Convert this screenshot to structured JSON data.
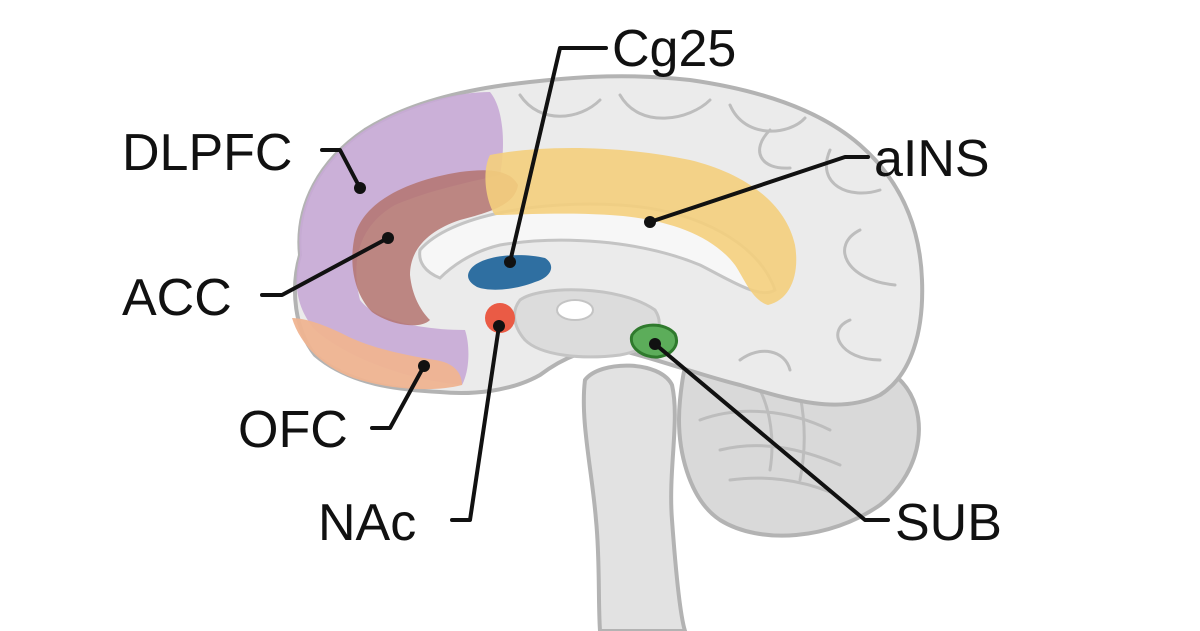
{
  "regions": [
    {
      "id": "dlpfc",
      "label": "DLPFC",
      "color": "#c8aad6"
    },
    {
      "id": "acc",
      "label": "ACC",
      "color": "#b47470"
    },
    {
      "id": "ofc",
      "label": "OFC",
      "color": "#efb491"
    },
    {
      "id": "nac",
      "label": "NAc",
      "color": "#ea5b45"
    },
    {
      "id": "cg25",
      "label": "Cg25",
      "color": "#2f6fa1"
    },
    {
      "id": "ains",
      "label": "aINS",
      "color": "#f4cf7d"
    },
    {
      "id": "sub",
      "label": "SUB",
      "color": "#5cad5a"
    }
  ]
}
